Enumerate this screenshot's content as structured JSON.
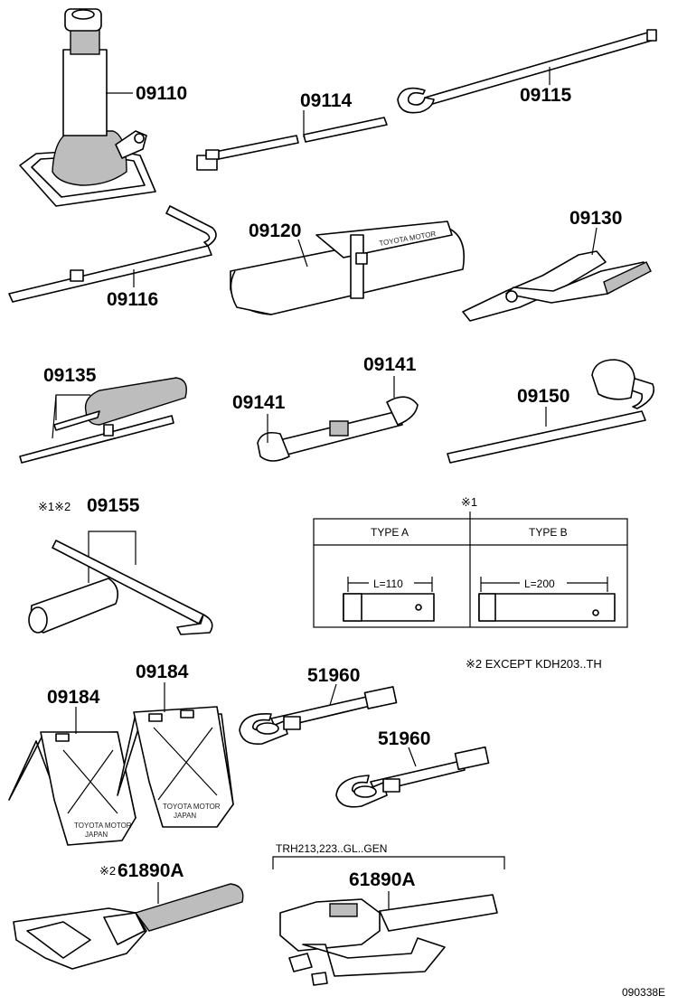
{
  "title_code": "090338E",
  "parts": {
    "jack": "09110",
    "jack_handle_rod": "09114",
    "jack_handle_hook": "09115",
    "jack_handle_bar": "09116",
    "tool_bag": "09120",
    "pliers": "09130",
    "screwdriver": "09135",
    "wrench_upper": "09141",
    "wrench_lower": "09141",
    "wheel_nut_wrench": "09150",
    "plug_wrench": "09155",
    "plug_wrench_marks": "※1※2",
    "chock_left": "09184",
    "chock_right": "09184",
    "towing_eye_upper": "51960",
    "towing_eye_lower": "51960",
    "extension_left": "61890A",
    "extension_left_mark": "※2",
    "extension_right": "61890A"
  },
  "type_table": {
    "mark": "※1",
    "col_a_header": "TYPE A",
    "col_b_header": "TYPE B",
    "col_a_length": "L=110",
    "col_b_length": "L=200"
  },
  "notes": {
    "except_note": "※2 EXCEPT KDH203..TH",
    "bracket_label": "TRH213,223..GL..GEN"
  },
  "stamps": {
    "bag_text": "TOYOTA MOTOR",
    "chock_text": "TOYOTA MOTOR",
    "chock_sub": "JAPAN"
  }
}
